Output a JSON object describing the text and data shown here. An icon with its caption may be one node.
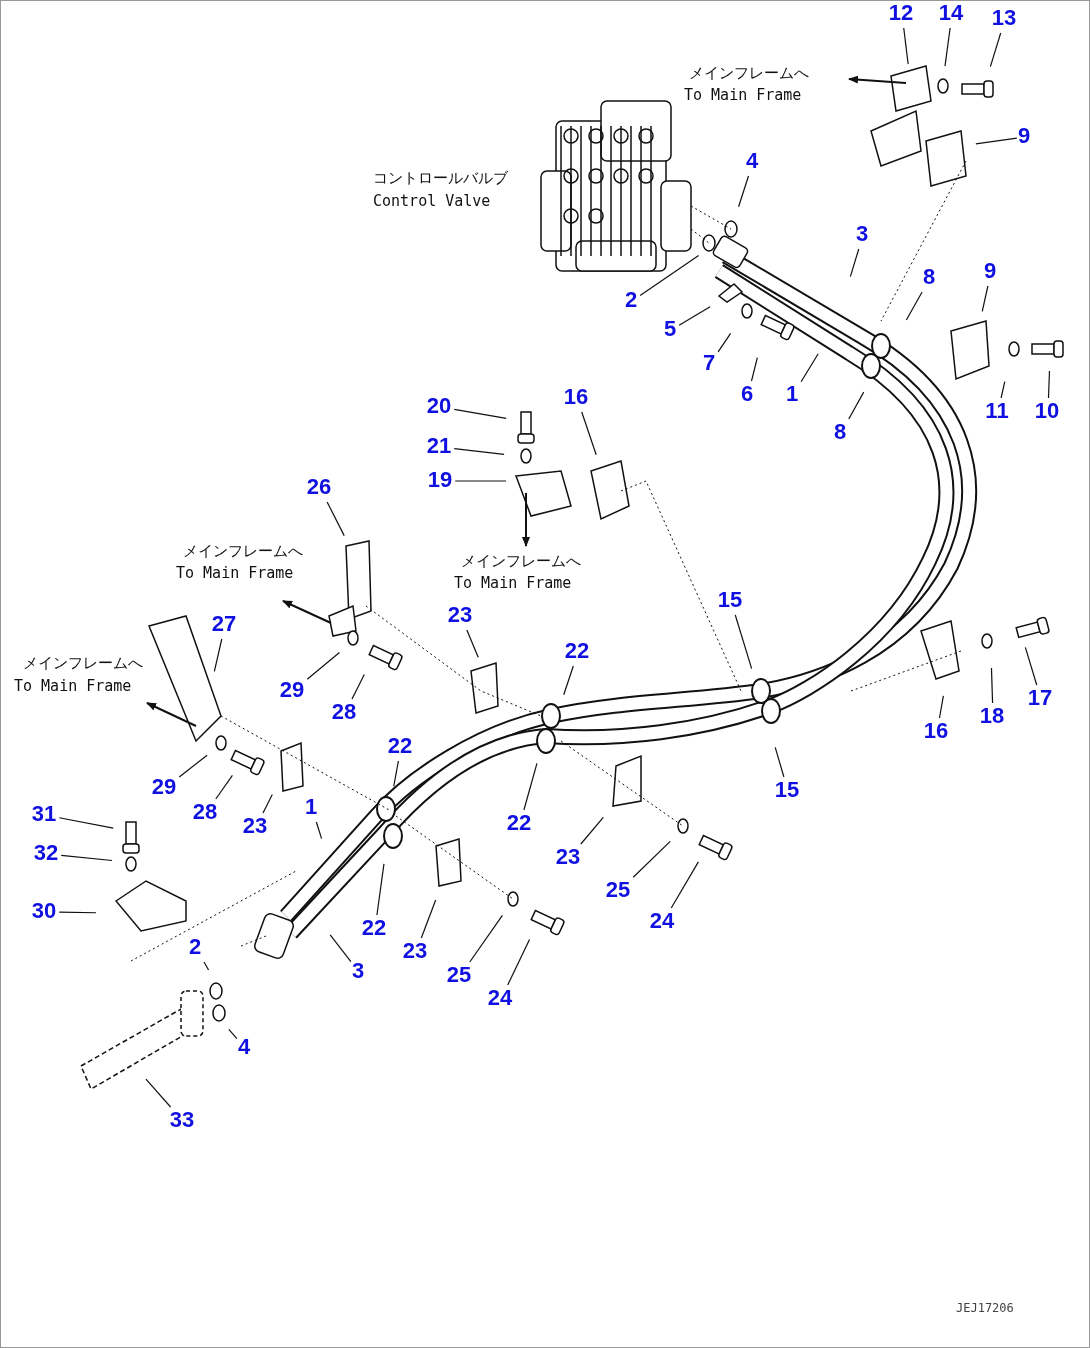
{
  "diagram": {
    "nodes": [
      {
        "text": [
          "12"
        ]
      },
      {
        "text": [
          "14"
        ]
      },
      {
        "text": [
          "13"
        ]
      },
      {
        "text": [
          "9"
        ]
      },
      {
        "text": [
          "4"
        ]
      },
      {
        "text": [
          "3"
        ]
      },
      {
        "text": [
          "2"
        ]
      },
      {
        "text": [
          "8"
        ]
      },
      {
        "text": [
          "9"
        ]
      },
      {
        "text": [
          "5"
        ]
      },
      {
        "text": [
          "7"
        ]
      },
      {
        "text": [
          "6"
        ]
      },
      {
        "text": [
          "1"
        ]
      },
      {
        "text": [
          "8"
        ]
      },
      {
        "text": [
          "11"
        ]
      },
      {
        "text": [
          "10"
        ]
      },
      {
        "text": [
          "20"
        ]
      },
      {
        "text": [
          "16"
        ]
      },
      {
        "text": [
          "21"
        ]
      },
      {
        "text": [
          "19"
        ]
      },
      {
        "text": [
          "26"
        ]
      },
      {
        "text": [
          "27"
        ]
      },
      {
        "text": [
          "23"
        ]
      },
      {
        "text": [
          "15"
        ]
      },
      {
        "text": [
          "22"
        ]
      },
      {
        "text": [
          "29"
        ]
      },
      {
        "text": [
          "16"
        ]
      },
      {
        "text": [
          "18"
        ]
      },
      {
        "text": [
          "17"
        ]
      },
      {
        "text": [
          "28"
        ]
      },
      {
        "text": [
          "22"
        ]
      },
      {
        "text": [
          "15"
        ]
      },
      {
        "text": [
          "29"
        ]
      },
      {
        "text": [
          "28"
        ]
      },
      {
        "text": [
          "23"
        ]
      },
      {
        "text": [
          "1"
        ]
      },
      {
        "text": [
          "31"
        ]
      },
      {
        "text": [
          "22"
        ]
      },
      {
        "text": [
          "32"
        ]
      },
      {
        "text": [
          "23"
        ]
      },
      {
        "text": [
          "25"
        ]
      },
      {
        "text": [
          "30"
        ]
      },
      {
        "text": [
          "24"
        ]
      },
      {
        "text": [
          "22"
        ]
      },
      {
        "text": [
          "23"
        ]
      },
      {
        "text": [
          "2"
        ]
      },
      {
        "text": [
          "3"
        ]
      },
      {
        "text": [
          "25"
        ]
      },
      {
        "text": [
          "24"
        ]
      },
      {
        "text": [
          "4"
        ]
      },
      {
        "text": [
          "33"
        ]
      }
    ],
    "edges": [
      {
        "from": 0,
        "to": null,
        "arrow": "none"
      },
      {
        "from": 1,
        "to": null,
        "arrow": "none"
      },
      {
        "from": 2,
        "to": null,
        "arrow": "none"
      },
      {
        "from": 3,
        "to": null,
        "arrow": "none"
      },
      {
        "from": 4,
        "to": null,
        "arrow": "none"
      },
      {
        "from": 5,
        "to": null,
        "arrow": "none"
      },
      {
        "from": 6,
        "to": null,
        "arrow": "none"
      },
      {
        "from": 7,
        "to": null,
        "arrow": "none"
      },
      {
        "from": 8,
        "to": null,
        "arrow": "none"
      },
      {
        "from": 9,
        "to": null,
        "arrow": "none"
      },
      {
        "from": 10,
        "to": null,
        "arrow": "none"
      },
      {
        "from": 11,
        "to": null,
        "arrow": "none"
      },
      {
        "from": 12,
        "to": null,
        "arrow": "none"
      },
      {
        "from": 13,
        "to": null,
        "arrow": "none"
      },
      {
        "from": 14,
        "to": null,
        "arrow": "none"
      },
      {
        "from": 15,
        "to": null,
        "arrow": "none"
      },
      {
        "from": 16,
        "to": null,
        "arrow": "none"
      },
      {
        "from": 17,
        "to": null,
        "arrow": "none"
      },
      {
        "from": 18,
        "to": null,
        "arrow": "none"
      },
      {
        "from": 19,
        "to": null,
        "arrow": "none"
      },
      {
        "from": 20,
        "to": null,
        "arrow": "none"
      },
      {
        "from": 21,
        "to": null,
        "arrow": "none"
      },
      {
        "from": 22,
        "to": null,
        "arrow": "none"
      },
      {
        "from": 23,
        "to": null,
        "arrow": "none"
      },
      {
        "from": 24,
        "to": null,
        "arrow": "none"
      },
      {
        "from": 25,
        "to": null,
        "arrow": "none"
      },
      {
        "from": 26,
        "to": null,
        "arrow": "none"
      },
      {
        "from": 27,
        "to": null,
        "arrow": "none"
      },
      {
        "from": 28,
        "to": null,
        "arrow": "none"
      },
      {
        "from": 29,
        "to": null,
        "arrow": "none"
      },
      {
        "from": 30,
        "to": null,
        "arrow": "none"
      },
      {
        "from": 31,
        "to": null,
        "arrow": "none"
      },
      {
        "from": 32,
        "to": null,
        "arrow": "none"
      },
      {
        "from": 33,
        "to": null,
        "arrow": "none"
      },
      {
        "from": 34,
        "to": null,
        "arrow": "none"
      },
      {
        "from": 35,
        "to": null,
        "arrow": "none"
      },
      {
        "from": 36,
        "to": null,
        "arrow": "none"
      },
      {
        "from": 37,
        "to": null,
        "arrow": "none"
      },
      {
        "from": 38,
        "to": null,
        "arrow": "none"
      },
      {
        "from": 39,
        "to": null,
        "arrow": "none"
      },
      {
        "from": 40,
        "to": null,
        "arrow": "none"
      },
      {
        "from": 41,
        "to": null,
        "arrow": "none"
      },
      {
        "from": 42,
        "to": null,
        "arrow": "none"
      },
      {
        "from": 43,
        "to": null,
        "arrow": "none"
      },
      {
        "from": 44,
        "to": null,
        "arrow": "none"
      },
      {
        "from": 45,
        "to": null,
        "arrow": "none"
      },
      {
        "from": 46,
        "to": null,
        "arrow": "none"
      },
      {
        "from": 47,
        "to": null,
        "arrow": "none"
      },
      {
        "from": 48,
        "to": null,
        "arrow": "none"
      },
      {
        "from": 49,
        "to": null,
        "arrow": "none"
      },
      {
        "from": 50,
        "to": null,
        "arrow": "none"
      }
    ],
    "labels": [
      "メインフレームへ",
      "To Main Frame",
      "コントロールバルブ",
      "Control Valve",
      "メインフレームへ",
      "To Main Frame",
      "メインフレームへ",
      "To Main Frame",
      "メインフレームへ",
      "To Main Frame",
      "JEJ17206"
    ]
  }
}
